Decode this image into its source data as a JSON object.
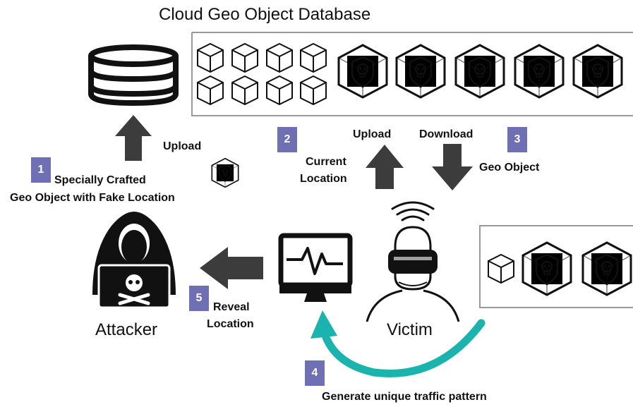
{
  "title": "Cloud Geo Object Database",
  "labels": {
    "upload_left": "Upload",
    "crafted_line1": "Specially Crafted",
    "crafted_line2": "Geo Object with Fake Location",
    "upload_mid": "Upload",
    "current_line1": "Current",
    "current_line2": "Location",
    "download": "Download",
    "geo_object": "Geo Object",
    "reveal_line1": "Reveal",
    "reveal_line2": "Location",
    "traffic": "Generate unique traffic pattern",
    "attacker": "Attacker",
    "victim": "Victim"
  },
  "badges": [
    "1",
    "2",
    "3",
    "4",
    "5"
  ],
  "colors": {
    "badge": "#6f6fb4",
    "arrow": "#3c3c3c",
    "teal_arrow": "#1ab3ad",
    "red_object": "#f08080",
    "green_object": "#5cc44a"
  },
  "icons": [
    "database-icon",
    "cube-icon",
    "shield-skull-icon",
    "hacker-icon",
    "monitor-icon",
    "vr-headset-user-icon"
  ]
}
